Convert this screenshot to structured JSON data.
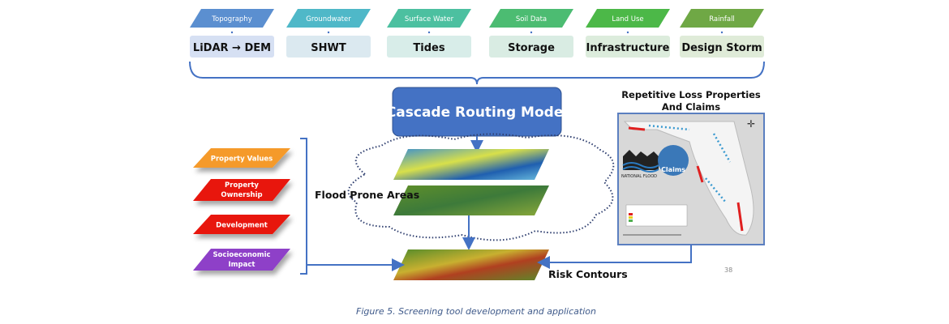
{
  "inputs": [
    {
      "category": "Topography",
      "item": "LiDAR → DEM",
      "color": "#5b8fd0",
      "box": "#d6e0f3"
    },
    {
      "category": "Groundwater",
      "item": "SHWT",
      "color": "#4fb8c8",
      "box": "#dbe9f0"
    },
    {
      "category": "Surface Water",
      "item": "Tides",
      "color": "#4cc0a0",
      "box": "#d8ede9"
    },
    {
      "category": "Soil Data",
      "item": "Storage",
      "color": "#4cbc72",
      "box": "#d9ece3"
    },
    {
      "category": "Land Use",
      "item": "Infrastructure",
      "color": "#4cb848",
      "box": "#dcecdc"
    },
    {
      "category": "Rainfall",
      "item": "Design Storm",
      "color": "#6fa845",
      "box": "#dfebd8"
    }
  ],
  "model": {
    "label": "Cascade Routing Model",
    "color": "#4472c4"
  },
  "flood_label": "Flood Prone Areas",
  "risk_label": "Risk Contours",
  "factors": [
    {
      "label": [
        "Property Values"
      ],
      "color": "#f59a2a"
    },
    {
      "label": [
        "Property",
        "Ownership"
      ],
      "color": "#e8140c"
    },
    {
      "label": [
        "Development"
      ],
      "color": "#e8140c"
    },
    {
      "label": [
        "Socioeconomic",
        "Impact"
      ],
      "color": "#8e3fc8"
    }
  ],
  "map": {
    "title": [
      "Repetitive Loss Properties",
      "And Claims"
    ],
    "logo_text": "NATIONAL FLOOD INSURANCE PROGRAM",
    "badge": "Claims"
  },
  "page_number": "38",
  "caption": "Figure 5. Screening tool development and application"
}
